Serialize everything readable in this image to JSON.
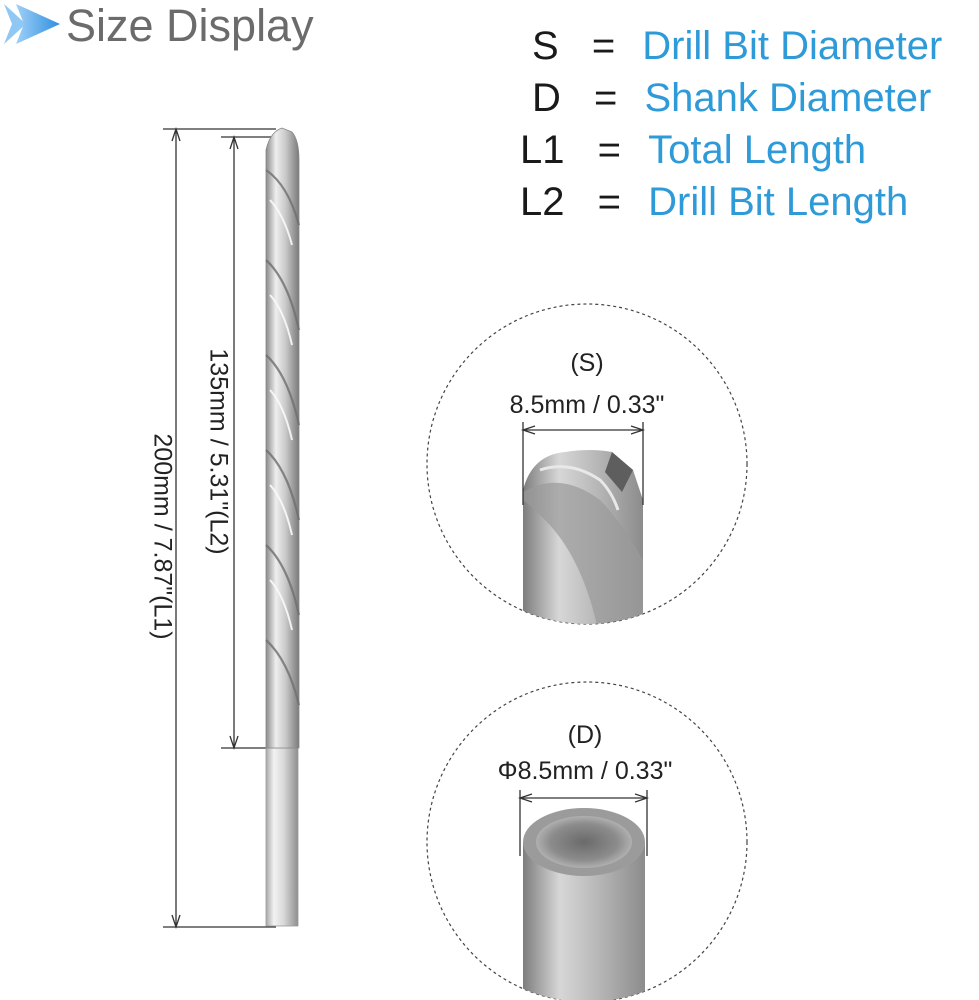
{
  "header": {
    "title": "Size Display",
    "arrow_icon": "play-triangle-icon",
    "arrow_color": "#2f8fe0"
  },
  "legend": [
    {
      "symbol": "S",
      "equals": "=",
      "definition": "Drill Bit Diameter"
    },
    {
      "symbol": "D",
      "equals": "=",
      "definition": "Shank Diameter"
    },
    {
      "symbol": "L1",
      "equals": "=",
      "definition": "Total Length"
    },
    {
      "symbol": "L2",
      "equals": "=",
      "definition": "Drill Bit Length"
    }
  ],
  "dimensions": {
    "total_length": "200mm / 7.87\"(L1)",
    "drill_bit_length": "135mm / 5.31\"(L2)"
  },
  "detail_tip": {
    "tag": "(S)",
    "value": "8.5mm / 0.33\""
  },
  "detail_shank": {
    "tag": "(D)",
    "value": "Φ8.5mm / 0.33\""
  },
  "colors": {
    "accent_blue": "#2e9ad8",
    "title_gray": "#6b6b6b"
  }
}
